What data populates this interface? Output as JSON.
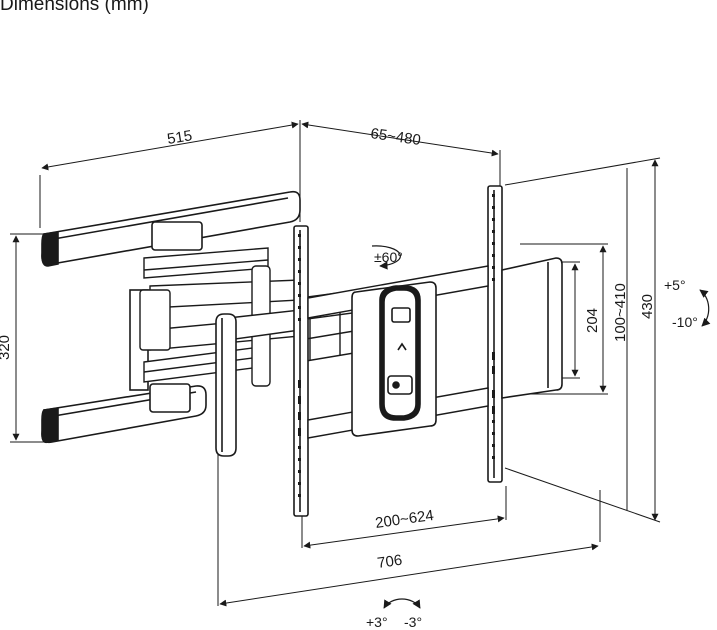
{
  "title": "Dimensions (mm)",
  "dimensions": {
    "arm_reach": "515",
    "extension": "65~480",
    "wall_plate_height": "320",
    "vesa_horizontal": "200~624",
    "vesa_vertical_min": "204",
    "vesa_vertical_range": "100~410",
    "bracket_height": "430",
    "overall_width": "706"
  },
  "adjustments": {
    "rotation": "±60°",
    "tilt_up": "+5°",
    "tilt_down": "-10°",
    "level_plus": "+3°",
    "level_minus": "-3°"
  },
  "colors": {
    "line": "#1a1a1a",
    "fill": "#ffffff"
  }
}
